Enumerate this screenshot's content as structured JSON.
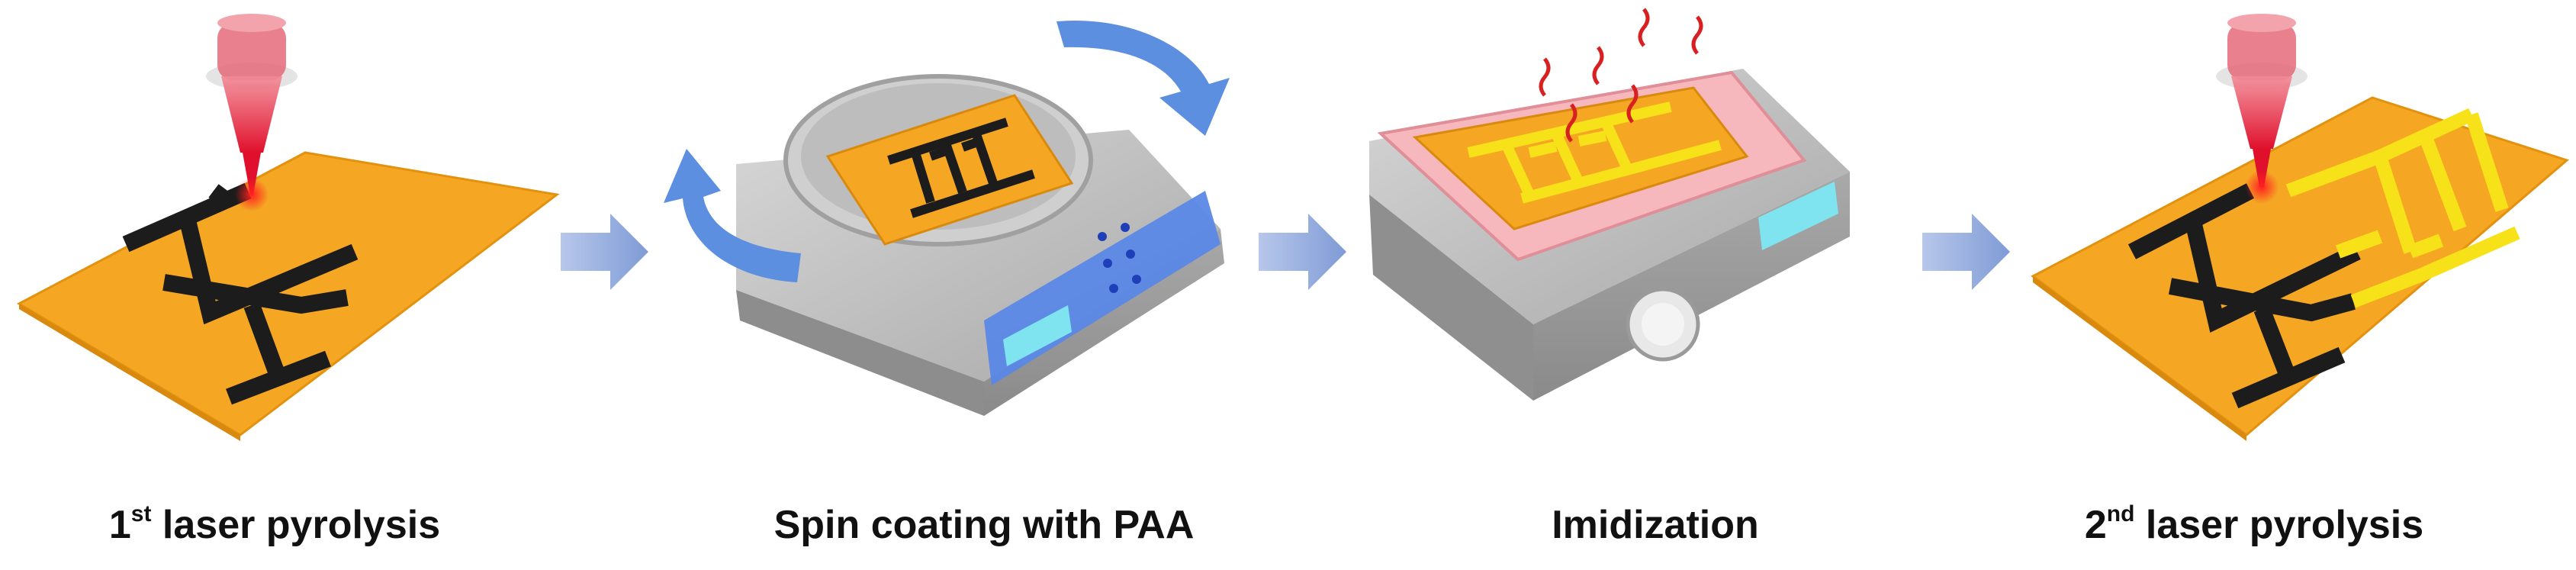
{
  "colors": {
    "substrate": "#f5a623",
    "substrate_edge": "#d98a0e",
    "carbon": "#1c1c1c",
    "yellow_electrode": "#f7e21a",
    "laser": "#e0304a",
    "arrow": "#8fa8dc",
    "rotation_arrow": "#5d8fe0",
    "device_body": "#b9b9b9",
    "heater_pad": "#f6b7bd",
    "display": "#7fe3f0"
  },
  "steps": [
    {
      "prefix": "1",
      "sup": "st",
      "text": " laser pyrolysis",
      "icon": "laser-writing-on-polyimide"
    },
    {
      "prefix": "",
      "sup": "",
      "text": "Spin coating with PAA",
      "icon": "spin-coater"
    },
    {
      "prefix": "",
      "sup": "",
      "text": "Imidization",
      "icon": "hot-plate"
    },
    {
      "prefix": "2",
      "sup": "nd",
      "text": " laser pyrolysis",
      "icon": "laser-writing-second-pass"
    }
  ],
  "flow_arrows": [
    "right-arrow",
    "right-arrow",
    "right-arrow"
  ]
}
